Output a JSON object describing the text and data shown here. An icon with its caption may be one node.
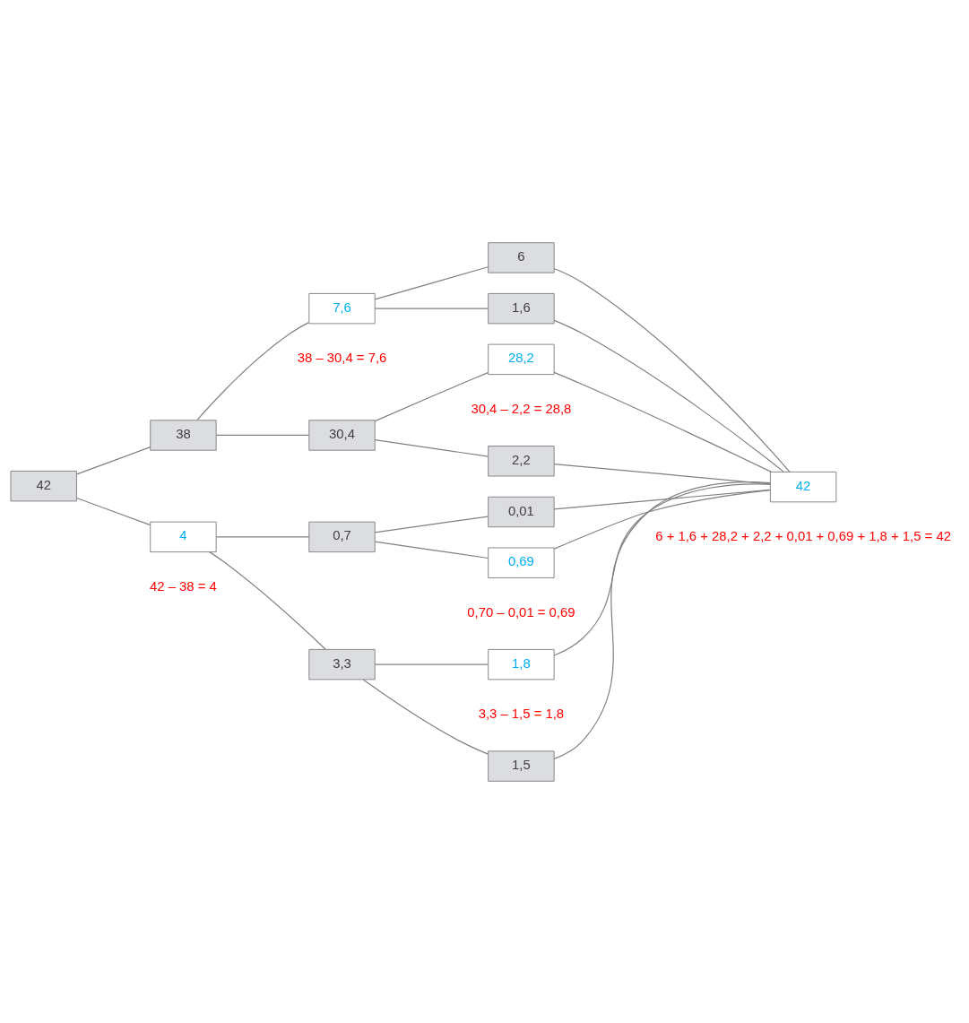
{
  "diagram": {
    "nodes": [
      {
        "text": [
          "42"
        ]
      },
      {
        "text": [
          "38"
        ]
      },
      {
        "text": [
          "4"
        ],
        "beside": [
          "42 – 38 = 4"
        ]
      },
      {
        "text": [
          "7,6"
        ],
        "beside": [
          "38 – 30,4 = 7,6"
        ]
      },
      {
        "text": [
          "30,4"
        ]
      },
      {
        "text": [
          "0,7"
        ]
      },
      {
        "text": [
          "3,3"
        ]
      },
      {
        "text": [
          "6"
        ]
      },
      {
        "text": [
          "1,6"
        ]
      },
      {
        "text": [
          "28,2"
        ],
        "beside": [
          "30,4 – 2,2 = 28,8"
        ]
      },
      {
        "text": [
          "2,2"
        ]
      },
      {
        "text": [
          "0,01"
        ]
      },
      {
        "text": [
          "0,69"
        ],
        "beside": [
          "0,70 – 0,01 = 0,69"
        ]
      },
      {
        "text": [
          "1,8"
        ],
        "beside": [
          "3,3 – 1,5 = 1,8"
        ]
      },
      {
        "text": [
          "1,5"
        ]
      },
      {
        "text": [
          "42"
        ],
        "beside": [
          "6 + 1,6 + 28,2 + 2,2 + 0,01 + 0,69 + 1,8 + 1,5 = 42"
        ]
      }
    ],
    "edges": [
      {
        "from": 0,
        "to": 1,
        "arrow": "none"
      },
      {
        "from": 0,
        "to": 2,
        "arrow": "none"
      },
      {
        "from": 1,
        "to": 3,
        "arrow": "none"
      },
      {
        "from": 1,
        "to": 4,
        "arrow": "none"
      },
      {
        "from": 2,
        "to": 5,
        "arrow": "none"
      },
      {
        "from": 2,
        "to": 6,
        "arrow": "none"
      },
      {
        "from": 3,
        "to": 7,
        "arrow": "none"
      },
      {
        "from": 3,
        "to": 8,
        "arrow": "none"
      },
      {
        "from": 4,
        "to": 9,
        "arrow": "none"
      },
      {
        "from": 4,
        "to": 10,
        "arrow": "none"
      },
      {
        "from": 5,
        "to": 11,
        "arrow": "none"
      },
      {
        "from": 5,
        "to": 12,
        "arrow": "none"
      },
      {
        "from": 6,
        "to": 13,
        "arrow": "none"
      },
      {
        "from": 6,
        "to": 14,
        "arrow": "none"
      },
      {
        "from": 7,
        "to": 15,
        "arrow": "none"
      },
      {
        "from": 8,
        "to": 15,
        "arrow": "none"
      },
      {
        "from": 9,
        "to": 15,
        "arrow": "none"
      },
      {
        "from": 10,
        "to": 15,
        "arrow": "none"
      },
      {
        "from": 11,
        "to": 15,
        "arrow": "none"
      },
      {
        "from": 12,
        "to": 15,
        "arrow": "none"
      },
      {
        "from": 13,
        "to": 15,
        "arrow": "none"
      },
      {
        "from": 14,
        "to": 15,
        "arrow": "none"
      }
    ]
  }
}
